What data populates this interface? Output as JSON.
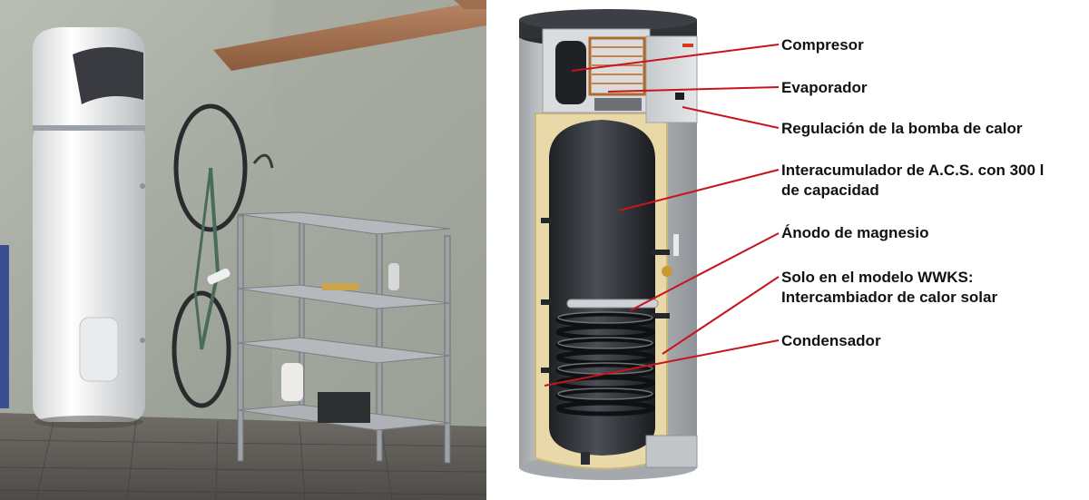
{
  "labels": {
    "compresor": "Compresor",
    "evaporador": "Evaporador",
    "regulacion": "Regulación de la bomba de calor",
    "interacumulador_line1": "Interacumulador de A.C.S. con 300 l",
    "interacumulador_line2": "de capacidad",
    "anodo": "Ánodo de magnesio",
    "solo_line1": "Solo en el modelo WWKS:",
    "solo_line2": "Intercambiador de calor solar",
    "condensador": "Condensador"
  },
  "colors": {
    "leader_line": "#c8141e",
    "label_text": "#111111",
    "tank_inner": "#2b2e33",
    "insulation": "#e9d9a8",
    "casing": "#c9ccd0"
  }
}
